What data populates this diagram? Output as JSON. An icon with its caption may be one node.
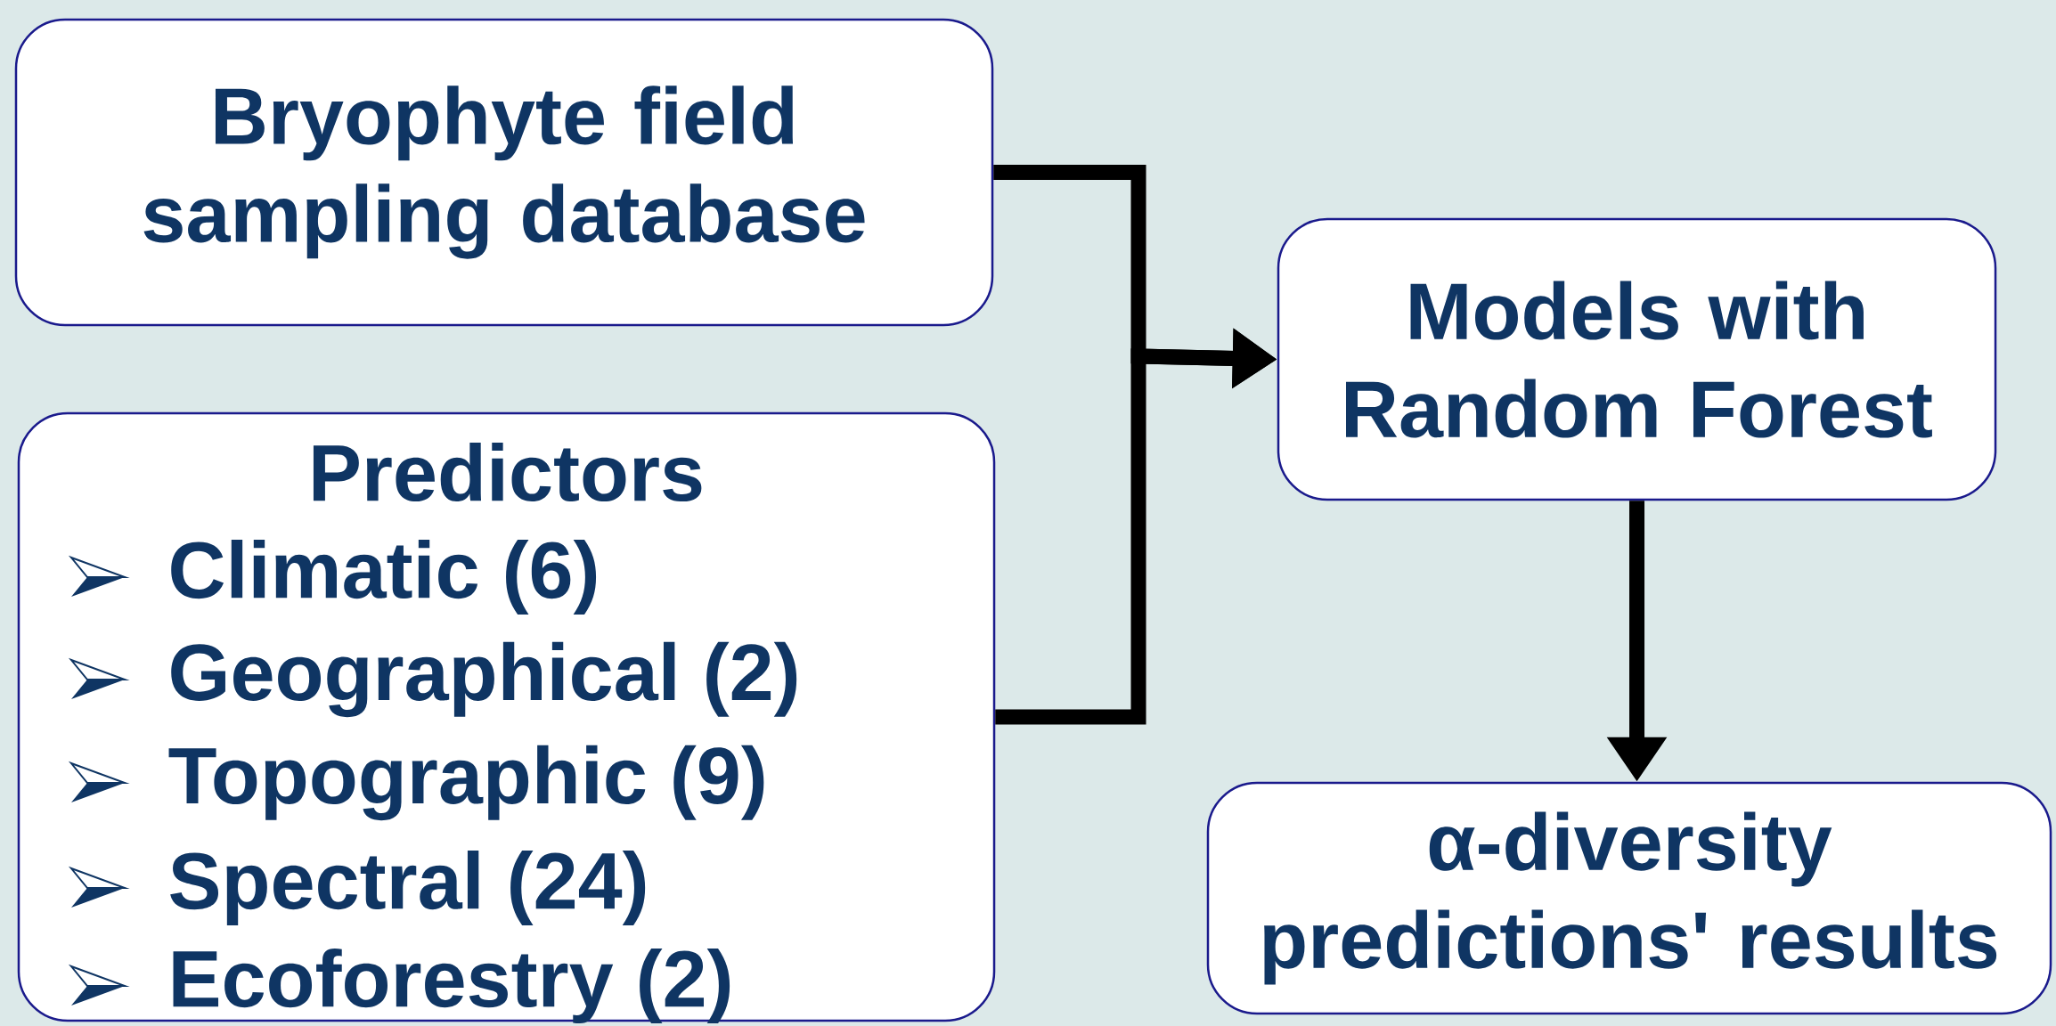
{
  "diagram": {
    "nodes": [
      {
        "text": [
          "Bryophyte field sampling database"
        ]
      },
      {
        "text": [
          "Predictors",
          "Climatic (6)",
          "Geographical (2)",
          "Topographic (9)",
          "Spectral (24)",
          "Ecoforestry (2)"
        ]
      },
      {
        "text": [
          "Models with Random Forest"
        ]
      },
      {
        "text": [
          "α-diversity predictions' results"
        ]
      }
    ],
    "edges": [
      {
        "from": 0,
        "to": 2,
        "arrow": "to"
      },
      {
        "from": 1,
        "to": 2,
        "arrow": "to"
      },
      {
        "from": 2,
        "to": 3,
        "arrow": "to"
      }
    ]
  }
}
